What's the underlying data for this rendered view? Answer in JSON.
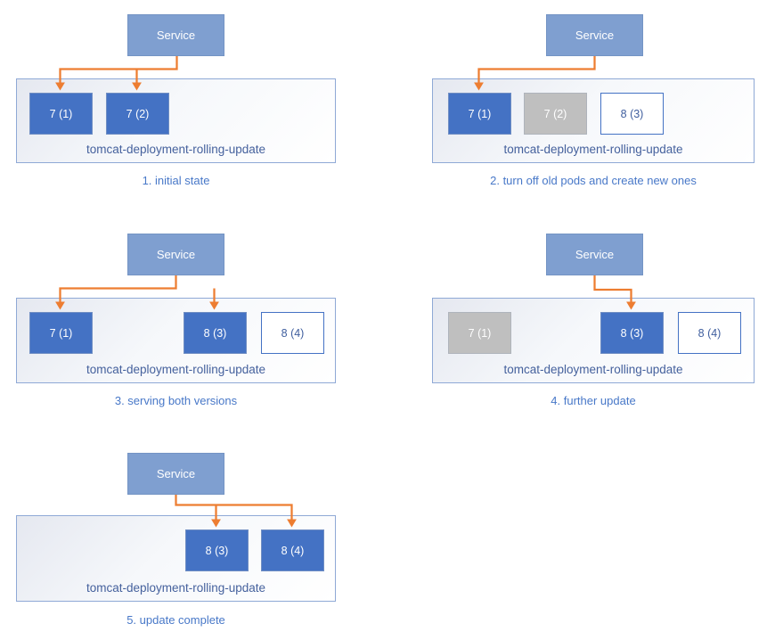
{
  "colors": {
    "service_fill": "#7F9FD0",
    "pod_active_fill": "#4472C4",
    "pod_terminated_fill": "#BFBFBF",
    "pod_pending_border": "#4472C4",
    "pod_pending_text": "#3F5E9E",
    "deployment_box_border": "#8FA9D6",
    "deployment_label_text": "#45619D",
    "caption_text": "#4878C8",
    "arrow": "#ED7D31"
  },
  "panels": [
    {
      "caption": "1. initial state",
      "service_label": "Service",
      "deployment_label": "tomcat-deployment-rolling-update",
      "arrow_targets": "7 (1), 7 (2)",
      "pods": [
        {
          "label": "7 (1)",
          "state": "active"
        },
        {
          "label": "7 (2)",
          "state": "active"
        }
      ]
    },
    {
      "caption": "2. turn off old pods and create new ones",
      "service_label": "Service",
      "deployment_label": "tomcat-deployment-rolling-update",
      "arrow_targets": "7 (1)",
      "pods": [
        {
          "label": "7 (1)",
          "state": "active"
        },
        {
          "label": "7 (2)",
          "state": "terminated"
        },
        {
          "label": "8 (3)",
          "state": "pending"
        }
      ]
    },
    {
      "caption": "3. serving both versions",
      "service_label": "Service",
      "deployment_label": "tomcat-deployment-rolling-update",
      "arrow_targets": "7 (1), 8 (3)",
      "pods": [
        {
          "label": "7 (1)",
          "state": "active"
        },
        {
          "label": "8 (3)",
          "state": "active"
        },
        {
          "label": "8 (4)",
          "state": "pending"
        }
      ]
    },
    {
      "caption": "4. further update",
      "service_label": "Service",
      "deployment_label": "tomcat-deployment-rolling-update",
      "arrow_targets": "8 (3)",
      "pods": [
        {
          "label": "7 (1)",
          "state": "terminated"
        },
        {
          "label": "8 (3)",
          "state": "active"
        },
        {
          "label": "8 (4)",
          "state": "pending"
        }
      ]
    },
    {
      "caption": "5. update complete",
      "service_label": "Service",
      "deployment_label": "tomcat-deployment-rolling-update",
      "arrow_targets": "8 (3), 8 (4)",
      "pods": [
        {
          "label": "8 (3)",
          "state": "active"
        },
        {
          "label": "8 (4)",
          "state": "active"
        }
      ]
    }
  ]
}
